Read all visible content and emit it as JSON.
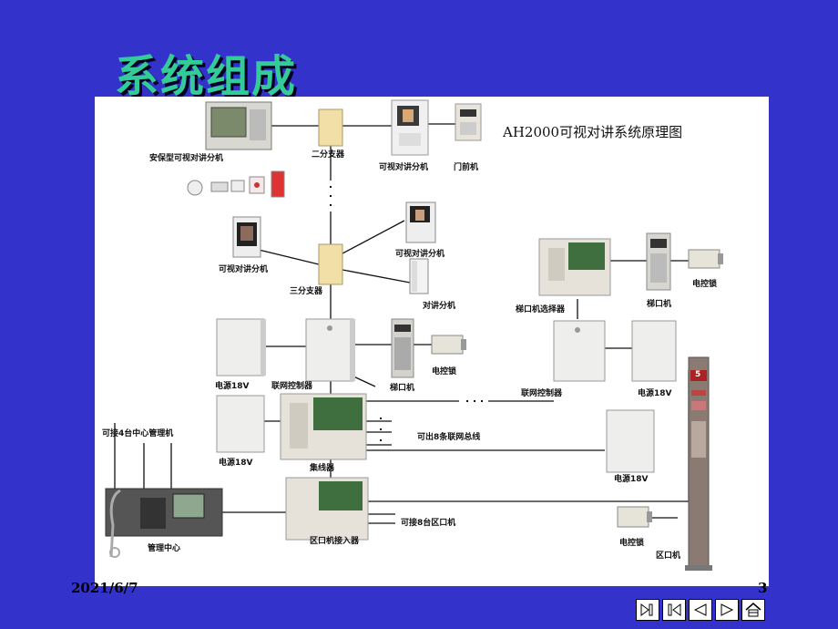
{
  "slide": {
    "title": "系统组成",
    "date": "2021/6/7",
    "page_number": "3"
  },
  "diagram": {
    "title": "AH2000可视对讲系统原理图",
    "labels": {
      "security_indoor": "安保型可视对讲分机",
      "splitter_2way": "二分支器",
      "indoor_video_1": "可视对讲分机",
      "door_unit": "门前机",
      "indoor_video_2": "可视对讲分机",
      "indoor_video_3": "可视对讲分机",
      "splitter_3way": "三分支器",
      "intercom_handset": "对讲分机",
      "stair_selector": "梯口机选择器",
      "stair_unit_right": "梯口机",
      "electric_lock_right": "电控锁",
      "power_18v_1": "电源18V",
      "network_controller_left": "联网控制器",
      "electric_lock_mid": "电控锁",
      "stair_unit_mid": "梯口机",
      "network_controller_right": "联网控制器",
      "power_18v_right": "电源18V",
      "power_18v_2": "电源18V",
      "concentrator": "集线器",
      "bus_capacity": "可出8条联网总线",
      "center_capacity": "可接4台中心管理机",
      "power_18v_3": "电源18V",
      "management_center": "管理中心",
      "area_unit_connector": "区口机接入器",
      "area_unit_capacity": "可接8台区口机",
      "electric_lock_bottom": "电控锁",
      "area_unit": "区口机",
      "column_number": "5"
    }
  },
  "navigation": [
    {
      "name": "last-slide",
      "icon": "nav-last-icon"
    },
    {
      "name": "first-slide",
      "icon": "nav-first-icon"
    },
    {
      "name": "previous-slide",
      "icon": "nav-prev-icon"
    },
    {
      "name": "next-slide",
      "icon": "nav-next-icon"
    },
    {
      "name": "home",
      "icon": "nav-home-icon"
    }
  ],
  "colors": {
    "background": "#3333cc",
    "title": "#33cc99",
    "panel": "#ffffff"
  }
}
